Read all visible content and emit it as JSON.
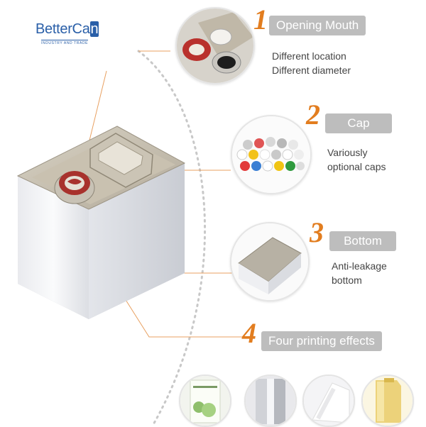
{
  "brand": {
    "name_main": "BetterCa",
    "name_last": "n",
    "tagline": "INDUSTRY AND TRADE"
  },
  "features": [
    {
      "number": "1",
      "label": "Opening Mouth",
      "desc_lines": [
        "Different location",
        "Different diameter"
      ]
    },
    {
      "number": "2",
      "label": "Cap",
      "desc_lines": [
        "Variously",
        "optional caps"
      ]
    },
    {
      "number": "3",
      "label": "Bottom",
      "desc_lines": [
        "Anti-leakage",
        "bottom"
      ]
    },
    {
      "number": "4",
      "label": "Four printing effects",
      "desc_lines": []
    }
  ],
  "colors": {
    "accent_orange": "#e27d1f",
    "pill_gray": "#bdbdbd",
    "brand_blue": "#2a5fa8"
  }
}
